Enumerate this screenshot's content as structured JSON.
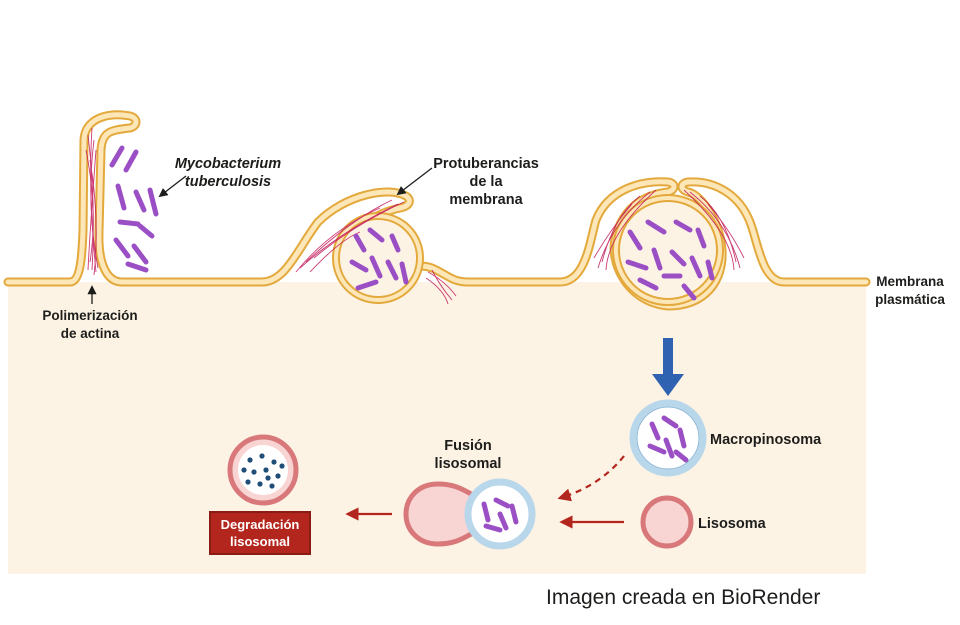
{
  "labels": {
    "mycobacterium_line1": "Mycobacterium",
    "mycobacterium_line2": "tuberculosis",
    "protuberancias_line1": "Protuberancias",
    "protuberancias_line2": "de la",
    "protuberancias_line3": "membrana",
    "membrana_line1": "Membrana",
    "membrana_line2": "plasmática",
    "polimerizacion_line1": "Polimerización",
    "polimerizacion_line2": "de actina",
    "macropinosoma": "Macropinosoma",
    "fusion_line1": "Fusión",
    "fusion_line2": "lisosomal",
    "lisosoma": "Lisosoma",
    "degradacion_line1": "Degradación",
    "degradacion_line2": "lisosomal"
  },
  "credit": "Imagen creada en BioRender",
  "colors": {
    "cytoplasm": "#fdf3e4",
    "membrane_fill": "#fde7b8",
    "membrane_edge": "#e3a93c",
    "bacteria": "#9b4fc4",
    "actin": "#c2185b",
    "blue_arrow": "#2f62b1",
    "red_arrow": "#b3261e",
    "lysosome": "#d8787a",
    "lysosome_fill": "#f8d5d3",
    "vesicle_ring": "#b9d7ea",
    "degradation_box": "#b3261e",
    "particle": "#1f4e79"
  }
}
